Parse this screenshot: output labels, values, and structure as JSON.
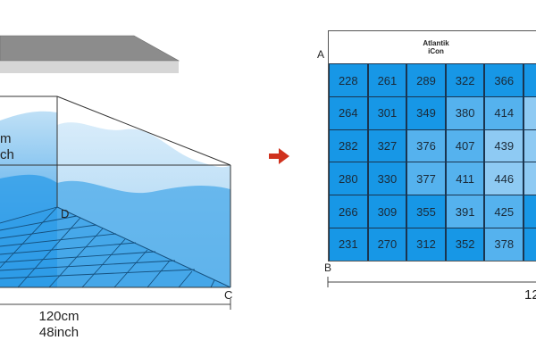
{
  "left_diagram": {
    "side_length_line1": "m",
    "side_length_line2": "ch",
    "width_cm": "120cm",
    "width_inch": "48inch",
    "corner_d": "D",
    "corner_c": "C"
  },
  "arrow": {
    "color": "#d0321e"
  },
  "right_panel": {
    "title_line1": "Atlantik",
    "title_line2": "iCon",
    "corner_a": "A",
    "corner_b": "B",
    "bottom_dim_partial": "12",
    "rows": [
      [
        "228",
        "261",
        "289",
        "322",
        "366",
        ""
      ],
      [
        "264",
        "301",
        "349",
        "380",
        "414",
        ""
      ],
      [
        "282",
        "327",
        "376",
        "407",
        "439",
        ""
      ],
      [
        "280",
        "330",
        "377",
        "411",
        "446",
        ""
      ],
      [
        "266",
        "309",
        "355",
        "391",
        "425",
        ""
      ],
      [
        "231",
        "270",
        "312",
        "352",
        "378",
        ""
      ]
    ]
  },
  "colors": {
    "cell_blue": "#1797e6",
    "cell_mid": "#55b2ee",
    "cell_light": "#8ecaf3",
    "water": "#2f9de8"
  }
}
